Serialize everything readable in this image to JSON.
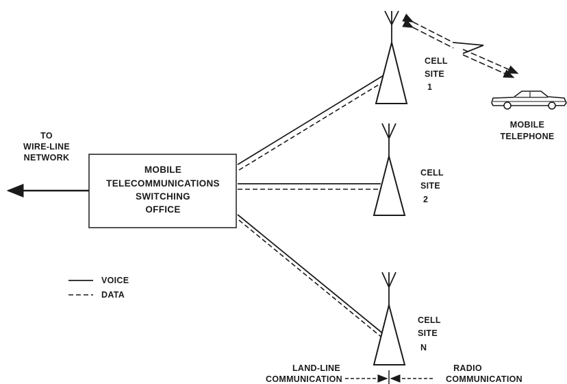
{
  "wireline": {
    "line1": "TO",
    "line2": "WIRE-LINE",
    "line3": "NETWORK"
  },
  "mtso": {
    "line1": "MOBILE",
    "line2": "TELECOMMUNICATIONS",
    "line3": "SWITCHING",
    "line4": "OFFICE"
  },
  "cell_sites": [
    {
      "line1": "CELL",
      "line2": "SITE",
      "id": "1"
    },
    {
      "line1": "CELL",
      "line2": "SITE",
      "id": "2"
    },
    {
      "line1": "CELL",
      "line2": "SITE",
      "id": "N"
    }
  ],
  "mobile": {
    "line1": "MOBILE",
    "line2": "TELEPHONE"
  },
  "legend": {
    "voice": "VOICE",
    "data": "DATA"
  },
  "bottom": {
    "land_line_1": "LAND-LINE",
    "land_line_2": "COMMUNICATION",
    "radio_1": "RADIO",
    "radio_2": "COMMUNICATION"
  }
}
